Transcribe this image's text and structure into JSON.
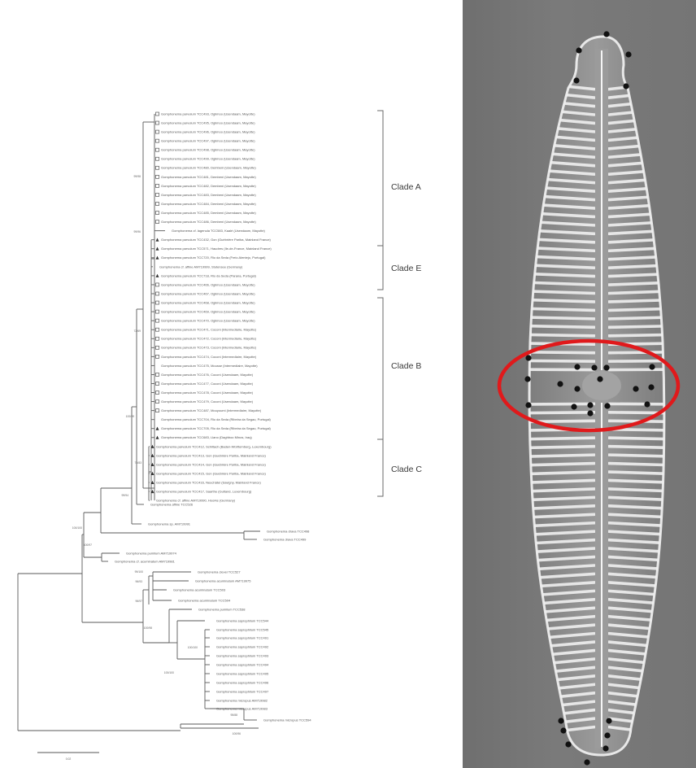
{
  "phylogeny": {
    "taxa": [
      {
        "name": "Gomphonema parvulum TCC493, Ogiimoo (Usendaam, Mayotte)",
        "marker": "open"
      },
      {
        "name": "Gomphonema parvulum TCC495, Ogiimoo (Usendaam, Mayotte)",
        "marker": "open"
      },
      {
        "name": "Gomphonema parvulum TCC496, Ogiimoo (Usendaam, Mayotte)",
        "marker": "open"
      },
      {
        "name": "Gomphonema parvulum TCC497, Ogiimoo (Usendaam, Mayotte)",
        "marker": "open"
      },
      {
        "name": "Gomphonema parvulum TCC498, Ogiimoo (Usendaam, Mayotte)",
        "marker": "open"
      },
      {
        "name": "Gomphonema parvulum TCC499, Ogiimoo (Usendaam, Mayotte)",
        "marker": "open"
      },
      {
        "name": "Gomphonema parvulum TCC480, Dembeni (Usendaam, Mayotte)",
        "marker": "open"
      },
      {
        "name": "Gomphonema parvulum TCC481, Dembeni (Usendaam, Mayotte)",
        "marker": "open"
      },
      {
        "name": "Gomphonema parvulum TCC482, Dembeni (Usendaam, Mayotte)",
        "marker": "open"
      },
      {
        "name": "Gomphonema parvulum TCC483, Dembeni (Usendaam, Mayotte)",
        "marker": "open"
      },
      {
        "name": "Gomphonema parvulum TCC484, Dembeni (Usendaam, Mayotte)",
        "marker": "open"
      },
      {
        "name": "Gomphonema parvulum TCC485, Dembeni (Usendaam, Mayotte)",
        "marker": "open"
      },
      {
        "name": "Gomphonema parvulum TCC486, Dembeni (Usendaam, Mayotte)",
        "marker": "open"
      },
      {
        "name": "Gomphonema cf. lagenula TCC583, Kaalé (Usendaam, Mayotte)",
        "marker": "none"
      },
      {
        "name": "Gomphonema parvulum TCC432, Gon (Guébrière Pariba, Mainland France)",
        "marker": "filled"
      },
      {
        "name": "Gomphonema parvulum TCC571, Haudres (Ile-de-France, Mainland France)",
        "marker": "filled"
      },
      {
        "name": "Gomphonema parvulum TCC720, Rio da Seda (Freio Alentejo, Portugal)",
        "marker": "filled"
      },
      {
        "name": "Gomphonema cf. affine AM719999, Stutensee (Germany)",
        "marker": "none"
      },
      {
        "name": "Gomphonema parvulum TCC718, Rio da Seda (Parana, Portugal)",
        "marker": "filled"
      },
      {
        "name": "Gomphonema parvulum TCC466, Ogiimoo (Usendaam, Mayotte)",
        "marker": "open"
      },
      {
        "name": "Gomphonema parvulum TCC467, Ogiimoo (Usendaam, Mayotte)",
        "marker": "open"
      },
      {
        "name": "Gomphonema parvulum TCC468, Ogiimoo (Usendaam, Mayotte)",
        "marker": "open"
      },
      {
        "name": "Gomphonema parvulum TCC469, Ogiimoo (Usendaam, Mayotte)",
        "marker": "open"
      },
      {
        "name": "Gomphonema parvulum TCC470, Ogiimoo (Usendaam, Mayotte)",
        "marker": "open"
      },
      {
        "name": "Gomphonema parvulum TCC471, Coconi (Intermediaire, Mayotte)",
        "marker": "open"
      },
      {
        "name": "Gomphonema parvulum TCC472, Coconi (Intermediaire, Mayotte)",
        "marker": "open"
      },
      {
        "name": "Gomphonema parvulum TCC473, Coconi (Intermediaire, Mayotte)",
        "marker": "open"
      },
      {
        "name": "Gomphonema parvulum TCC474, Coconi (Intermediaire, Mayotte)",
        "marker": "open"
      },
      {
        "name": "Gomphonema parvulum TCC475, Mousse (Intermediaire, Mayotte)",
        "marker": "none"
      },
      {
        "name": "Gomphonema parvulum TCC476, Coconi (Usendaam, Mayotte)",
        "marker": "open"
      },
      {
        "name": "Gomphonema parvulum TCC477, Coconi (Usendaam, Mayotte)",
        "marker": "open"
      },
      {
        "name": "Gomphonema parvulum TCC478, Coconi (Usendaam, Mayotte)",
        "marker": "open"
      },
      {
        "name": "Gomphonema parvulum TCC479, Coconi (Usendaam, Mayotte)",
        "marker": "open"
      },
      {
        "name": "Gomphonema parvulum TCC487, Mouyoumi (Intermediaire, Mayotte)",
        "marker": "open"
      },
      {
        "name": "Gomphonema parvulum TCC704, Rio da Seda (Ribeira da Segao, Portugal)",
        "marker": "none"
      },
      {
        "name": "Gomphonema parvulum TCC705, Rio da Seda (Ribeira da Segao, Portugal)",
        "marker": "filled"
      },
      {
        "name": "Gomphonema parvulum TCC683, Llano (Daghboo Minos, Iraq)",
        "marker": "filled"
      },
      {
        "name": "Gomphonema parvulum TCC412, Schiltach (Baden-Württemberg, Luxembourg)",
        "marker": "filled"
      },
      {
        "name": "Gomphonema parvulum TCC413, Gon (Guébrière Pariba, Mainland France)",
        "marker": "filled"
      },
      {
        "name": "Gomphonema parvulum TCC414, Gon (Guébrière Pariba, Mainland France)",
        "marker": "filled"
      },
      {
        "name": "Gomphonema parvulum TCC415, Gon (Guébrière Pariba, Mainland France)",
        "marker": "filled"
      },
      {
        "name": "Gomphonema parvulum TCC416, Neuchâtel (Savigny, Mainland France)",
        "marker": "filled"
      },
      {
        "name": "Gomphonema parvulum TCC417, Saarthe (Gutland, Luxembourg)",
        "marker": "filled"
      },
      {
        "name": "Gomphonema cf. affine AM719990, Hoorke (Germany)",
        "marker": "none"
      },
      {
        "name": "Gomphonema affine TCC526",
        "marker": "none"
      },
      {
        "name": "Gomphonema sp. AM719991",
        "marker": "none"
      },
      {
        "name": "Gomphonema drava TCC498",
        "marker": "none"
      },
      {
        "name": "Gomphonema drava TCC499",
        "marker": "none"
      },
      {
        "name": "Gomphonema pumilum AM719974",
        "marker": "none"
      },
      {
        "name": "Gomphonema cf. acuminatum AM719981",
        "marker": "none"
      },
      {
        "name": "Gomphonema clevei TCC527",
        "marker": "none"
      },
      {
        "name": "Gomphonema acuminatum AM719975",
        "marker": "none"
      },
      {
        "name": "Gomphonema acuminatum TCC503",
        "marker": "none"
      },
      {
        "name": "Gomphonema acuminatum TCC504",
        "marker": "none"
      },
      {
        "name": "Gomphonema pumilum TCC538",
        "marker": "none"
      },
      {
        "name": "Gomphonema saprophilum TCC544",
        "marker": "none"
      },
      {
        "name": "Gomphonema saprophilum TCC545",
        "marker": "none"
      },
      {
        "name": "Gomphonema saprophilum TCC491",
        "marker": "none"
      },
      {
        "name": "Gomphonema saprophilum TCC492",
        "marker": "none"
      },
      {
        "name": "Gomphonema saprophilum TCC493",
        "marker": "none"
      },
      {
        "name": "Gomphonema saprophilum TCC494",
        "marker": "none"
      },
      {
        "name": "Gomphonema saprophilum TCC495",
        "marker": "none"
      },
      {
        "name": "Gomphonema saprophilum TCC496",
        "marker": "none"
      },
      {
        "name": "Gomphonema saprophilum TCC497",
        "marker": "none"
      },
      {
        "name": "Gomphonema micropus AM719982",
        "marker": "none"
      },
      {
        "name": "Gomphonema micropus AM719983",
        "marker": "none"
      },
      {
        "name": "Gomphonema micropus TCC594",
        "marker": "none"
      }
    ],
    "bootstrap": [
      "99/98",
      "99/96",
      "72/69",
      "100/99",
      "76/83",
      "99/94",
      "100/100",
      "100/97",
      "99/100",
      "96/93",
      "96/97",
      "100/98",
      "100/100",
      "100/100",
      "95/88",
      "100/96"
    ],
    "clades": [
      "Clade A",
      "Clade E",
      "Clade B",
      "Clade C"
    ],
    "scale_label": "0.02"
  },
  "micrograph": {
    "description_colors": {
      "background": "#767676",
      "valve": "#8c8c8c",
      "striae": "#f2f2f2",
      "landmark": "#111111",
      "highlight": "#e0191b"
    },
    "landmark_count": 30
  }
}
